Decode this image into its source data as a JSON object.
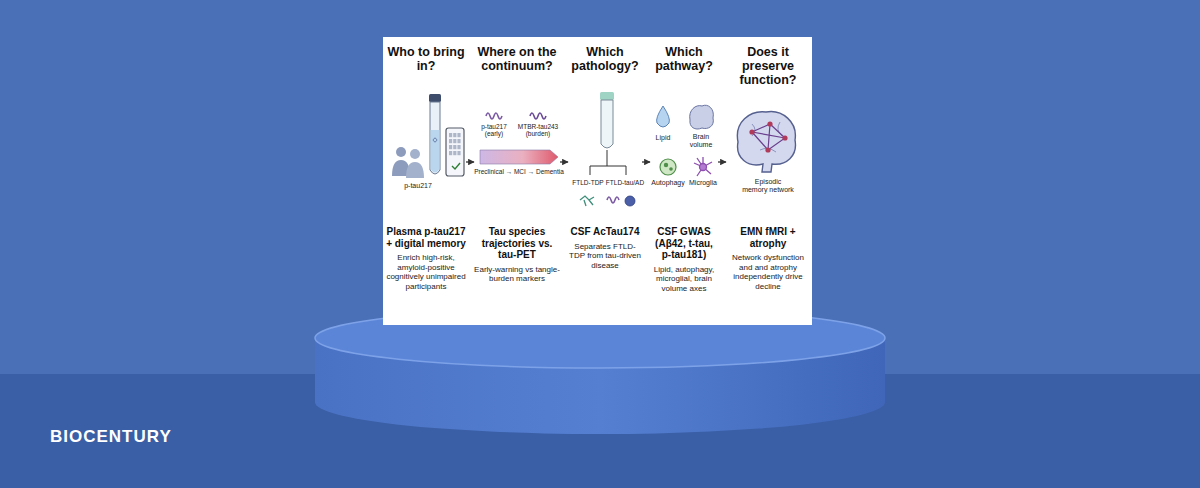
{
  "diagram": {
    "nodes": [
      {
        "text": [
          "Who to bring in?",
          "Plasma p-tau217 + digital memory",
          "Enrich high-risk, amyloid-positive cognitively unimpaired participants"
        ]
      },
      {
        "text": [
          "Where on the continuum?",
          "Tau species trajectories vs. tau-PET",
          "Early-warning vs tangle-burden markers"
        ]
      },
      {
        "text": [
          "Which pathology?",
          "CSF AcTau174",
          "Separates FTLD-TDP from tau-driven disease"
        ]
      },
      {
        "text": [
          "Which pathway?",
          "CSF GWAS (Aβ42, t-tau, p-tau181)",
          "Lipid, autophagy, microglial, brain volume axes"
        ]
      },
      {
        "text": [
          "Does it preserve function?",
          "EMN fMRI + atrophy",
          "Network dysfunction and and atrophy independently drive decline"
        ]
      }
    ],
    "edges": [
      {
        "from": 0,
        "to": 1,
        "arrow": "to"
      },
      {
        "from": 1,
        "to": 2,
        "arrow": "to"
      },
      {
        "from": 2,
        "to": 3,
        "arrow": "to"
      },
      {
        "from": 3,
        "to": 4,
        "arrow": "to"
      }
    ],
    "labels": [
      "p-tau217",
      "p-tau217 (early)",
      "MTBR-tau243 (burden)",
      "Preclinical → MCI → Dementia",
      "FTLD-TDP",
      "FTLD-tau/AD",
      "Lipid",
      "Brain volume",
      "Autophagy",
      "Microglia",
      "Episodic memory network",
      "BIOCENTURY"
    ]
  }
}
